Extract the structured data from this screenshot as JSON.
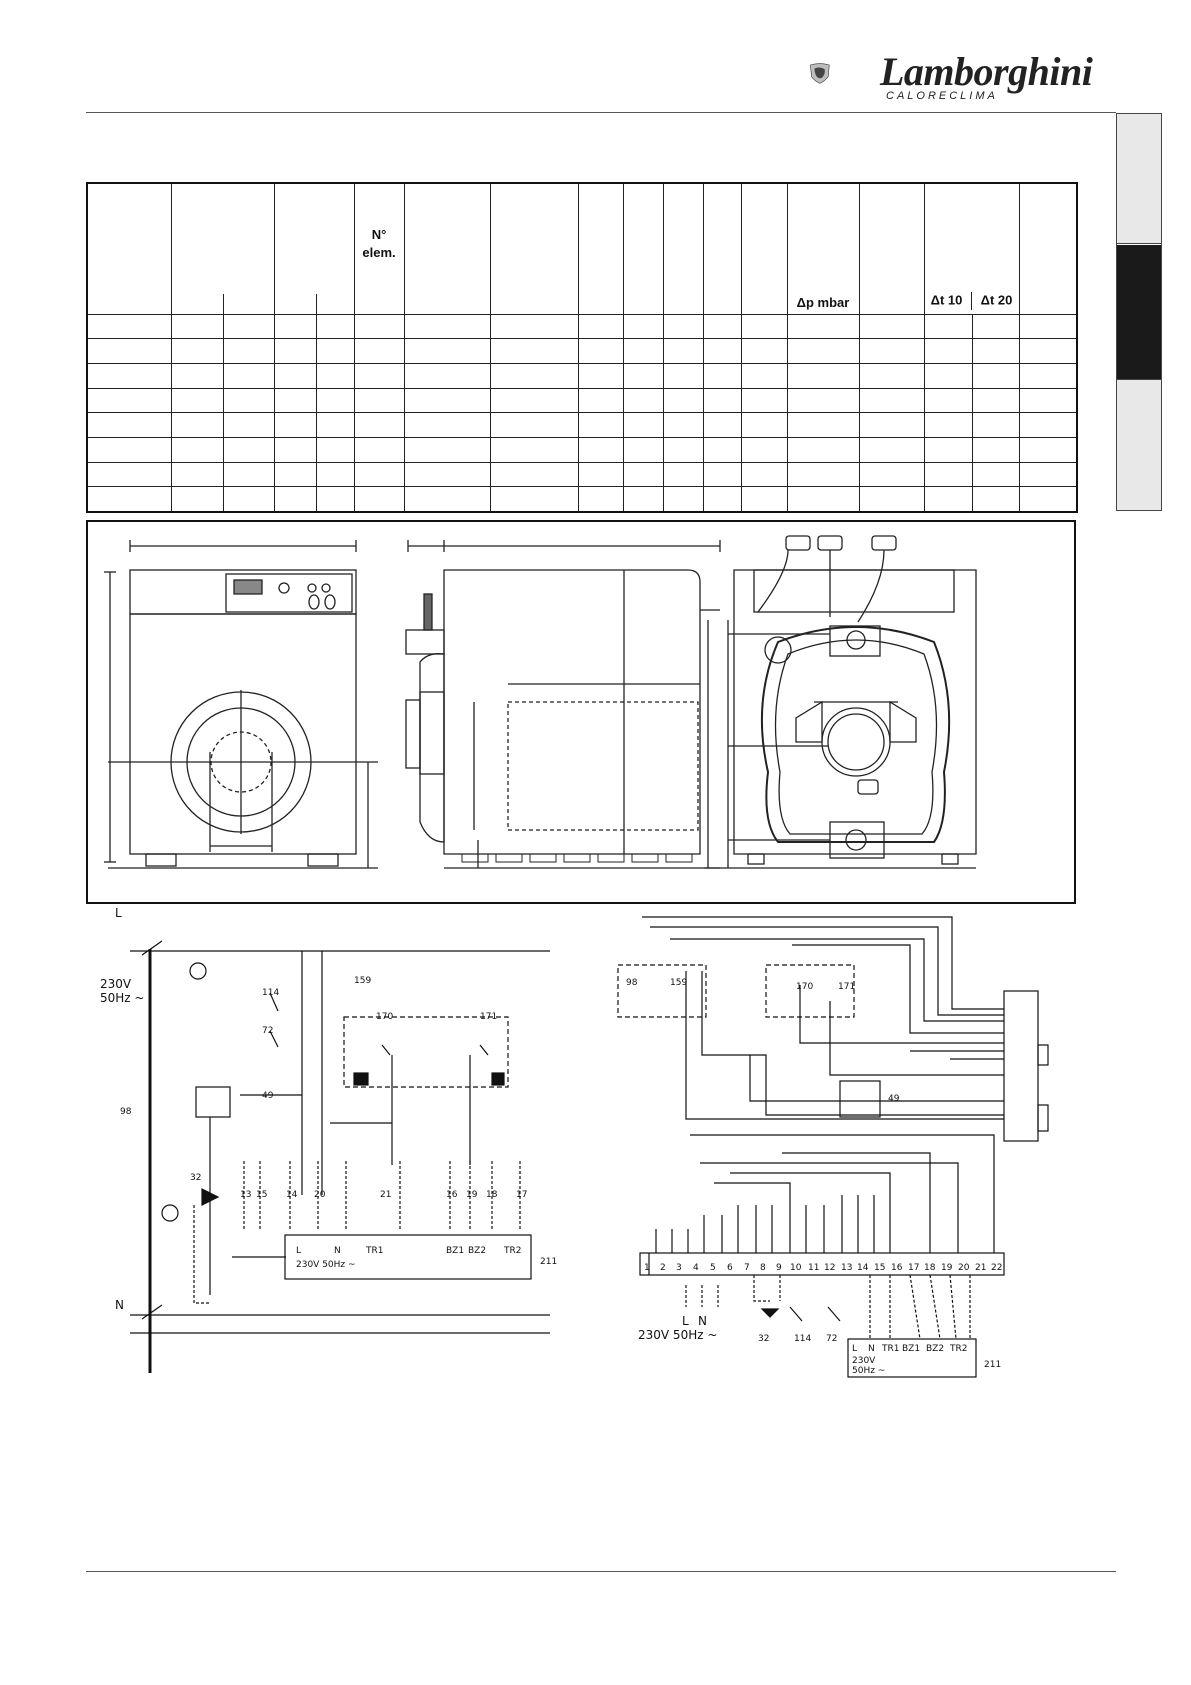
{
  "brand": {
    "name": "Lamborghini",
    "subtitle": "CALORECLIMA"
  },
  "table": {
    "headers": {
      "n_elem_line1": "N°",
      "n_elem_line2": "elem.",
      "pressure_drop": "Δp mbar",
      "dt10": "Δt 10",
      "dt20": "Δt 20"
    },
    "data_row_count": 8
  },
  "wiring_left": {
    "voltage": "230V",
    "frequency": "50Hz ~",
    "terminal_L": "L",
    "terminal_N": "N",
    "strip_labels": [
      "L",
      "N",
      "TR1",
      "BZ1",
      "BZ2",
      "TR2"
    ],
    "strip_supply": "230V 50Hz ~",
    "terminal_numbers": [
      "13",
      "15",
      "14",
      "20",
      "21",
      "16",
      "19",
      "18",
      "17"
    ],
    "callouts": [
      "98",
      "114",
      "72",
      "49",
      "32",
      "159",
      "170",
      "171",
      "211"
    ]
  },
  "wiring_right": {
    "terminal_block": [
      "1",
      "2",
      "3",
      "4",
      "5",
      "6",
      "7",
      "8",
      "9",
      "10",
      "11",
      "12",
      "13",
      "14",
      "15",
      "16",
      "17",
      "18",
      "19",
      "20",
      "21",
      "22"
    ],
    "supply_text": "230V 50Hz ~",
    "supply_labels": [
      "L",
      "N"
    ],
    "strip_labels": [
      "L",
      "N",
      "TR1",
      "BZ1",
      "BZ2",
      "TR2"
    ],
    "strip_voltage": "230V",
    "strip_frequency": "50Hz ~",
    "callouts": [
      "98",
      "159",
      "170",
      "171",
      "49",
      "32",
      "114",
      "72",
      "211"
    ]
  }
}
